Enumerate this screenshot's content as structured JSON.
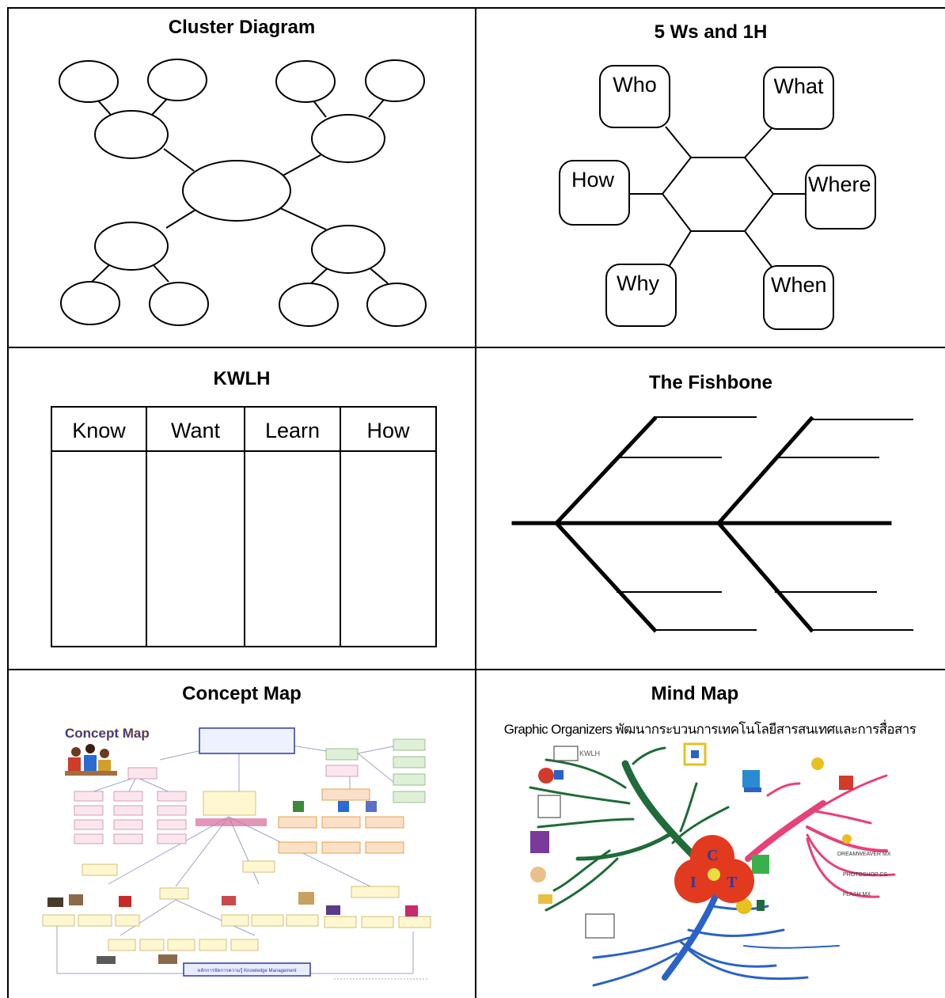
{
  "cells": {
    "cluster": {
      "title": "Cluster Diagram"
    },
    "five_ws": {
      "title": "5 Ws and 1H",
      "labels": {
        "who": "Who",
        "what": "What",
        "how": "How",
        "where": "Where",
        "why": "Why",
        "when": "When"
      }
    },
    "kwlh": {
      "title": "KWLH",
      "columns": [
        "Know",
        "Want",
        "Learn",
        "How"
      ]
    },
    "fishbone": {
      "title": "The Fishbone"
    },
    "concept_map": {
      "title": "Concept Map",
      "image_heading": "Concept Map",
      "footer_box": "หลักการจัดการความรู้ Knowledge Management"
    },
    "mind_map": {
      "title": "Mind Map",
      "subtitle": "Graphic Organizers พัฒนากระบวนการเทคโนโลยีสารสนเทศและการสื่อสาร",
      "center_letters": [
        "C",
        "I",
        "T"
      ],
      "branch_labels": [
        "KWLH",
        "DREAMWEAVER MX",
        "PHOTOSHOP CS",
        "FLASH MX"
      ]
    }
  },
  "colors": {
    "mind_green": "#1f6b3a",
    "mind_pink": "#e8407a",
    "mind_blue": "#2a62c8",
    "mind_red": "#e23a1e",
    "concept_blue": "#2d3aa0",
    "concept_orange": "#e0902a"
  }
}
